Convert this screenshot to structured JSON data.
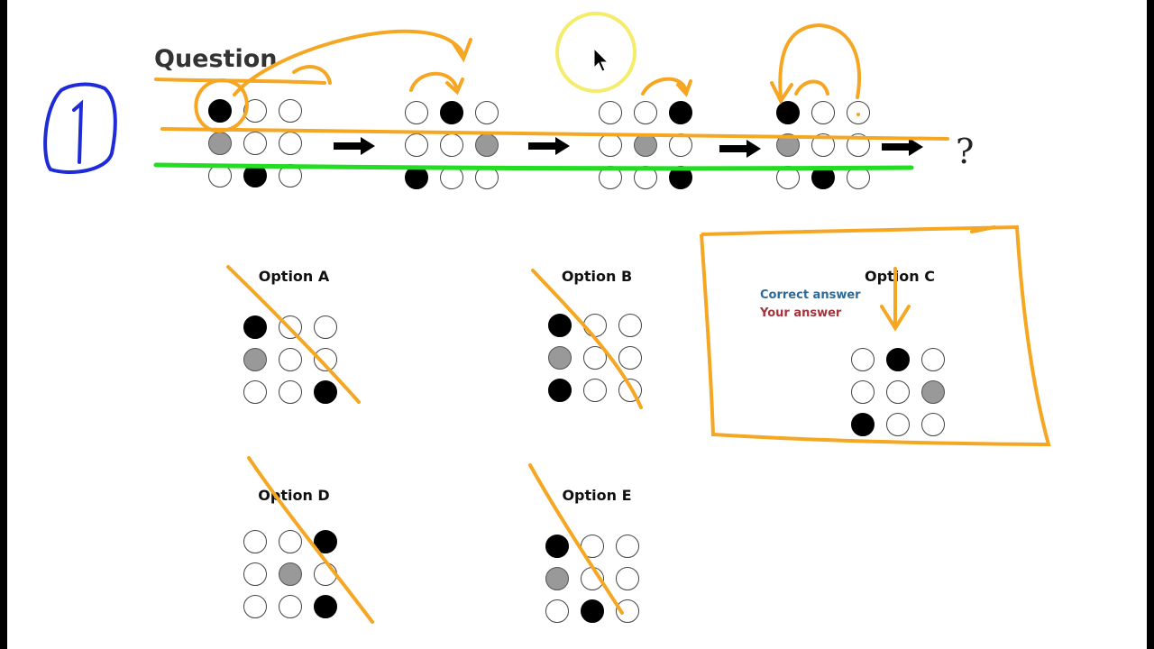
{
  "question": {
    "title": "Question",
    "question_mark": "?",
    "sequence": [
      [
        "black",
        "white",
        "white",
        "gray",
        "white",
        "white",
        "white",
        "black",
        "white"
      ],
      [
        "white",
        "black",
        "white",
        "white",
        "white",
        "gray",
        "black",
        "white",
        "white"
      ],
      [
        "white",
        "white",
        "black",
        "white",
        "gray",
        "white",
        "white",
        "white",
        "black"
      ],
      [
        "black",
        "white",
        "white",
        "gray",
        "white",
        "white",
        "white",
        "black",
        "white"
      ]
    ]
  },
  "options": [
    {
      "label": "Option A",
      "cells": [
        "black",
        "white",
        "white",
        "gray",
        "white",
        "white",
        "white",
        "white",
        "black"
      ]
    },
    {
      "label": "Option B",
      "cells": [
        "black",
        "white",
        "white",
        "gray",
        "white",
        "white",
        "black",
        "white",
        "white"
      ]
    },
    {
      "label": "Option C",
      "cells": [
        "white",
        "black",
        "white",
        "white",
        "white",
        "gray",
        "black",
        "white",
        "white"
      ]
    },
    {
      "label": "Option D",
      "cells": [
        "white",
        "white",
        "black",
        "white",
        "gray",
        "white",
        "white",
        "white",
        "black"
      ]
    },
    {
      "label": "Option E",
      "cells": [
        "black",
        "white",
        "white",
        "gray",
        "white",
        "white",
        "white",
        "black",
        "white"
      ]
    }
  ],
  "legend": {
    "correct": "Correct answer",
    "yours": "Your answer"
  },
  "colors": {
    "annotation_orange": "#f5a623",
    "annotation_green": "#22dd22",
    "annotation_blue": "#1f2bd6",
    "cursor_highlight": "#f3ea5a"
  },
  "annotation_number": "1"
}
